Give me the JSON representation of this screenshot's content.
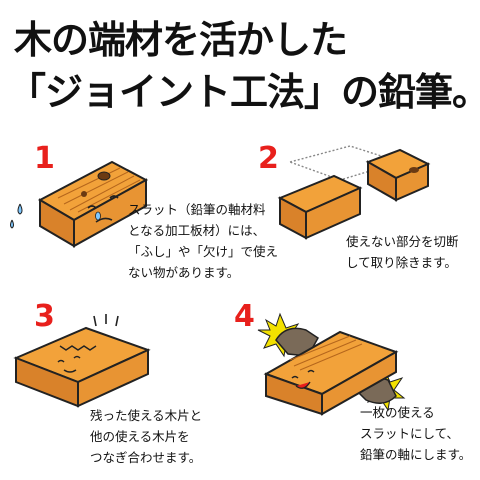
{
  "headline": {
    "line1": "木の端材を活かした",
    "line2": "「ジョイント工法」の鉛筆。"
  },
  "steps": [
    {
      "number": "1",
      "lines": [
        "スラット（鉛筆の軸材料",
        "となる加工板材）には、",
        "「ふし」や「欠け」で使え",
        "ない物があります。"
      ]
    },
    {
      "number": "2",
      "lines": [
        "使えない部分を切断",
        "して取り除きます。"
      ]
    },
    {
      "number": "3",
      "lines": [
        "残った使える木片と",
        "他の使える木片を",
        "つなぎ合わせます。"
      ]
    },
    {
      "number": "4",
      "lines": [
        "一枚の使える",
        "スラットにして、",
        "鉛筆の軸にします。"
      ]
    }
  ],
  "colors": {
    "wood": "#f2a23a",
    "wood_dark": "#d9822a",
    "number": "#e8201c",
    "hand": "#7a6a58",
    "impact": "#f3e100"
  }
}
